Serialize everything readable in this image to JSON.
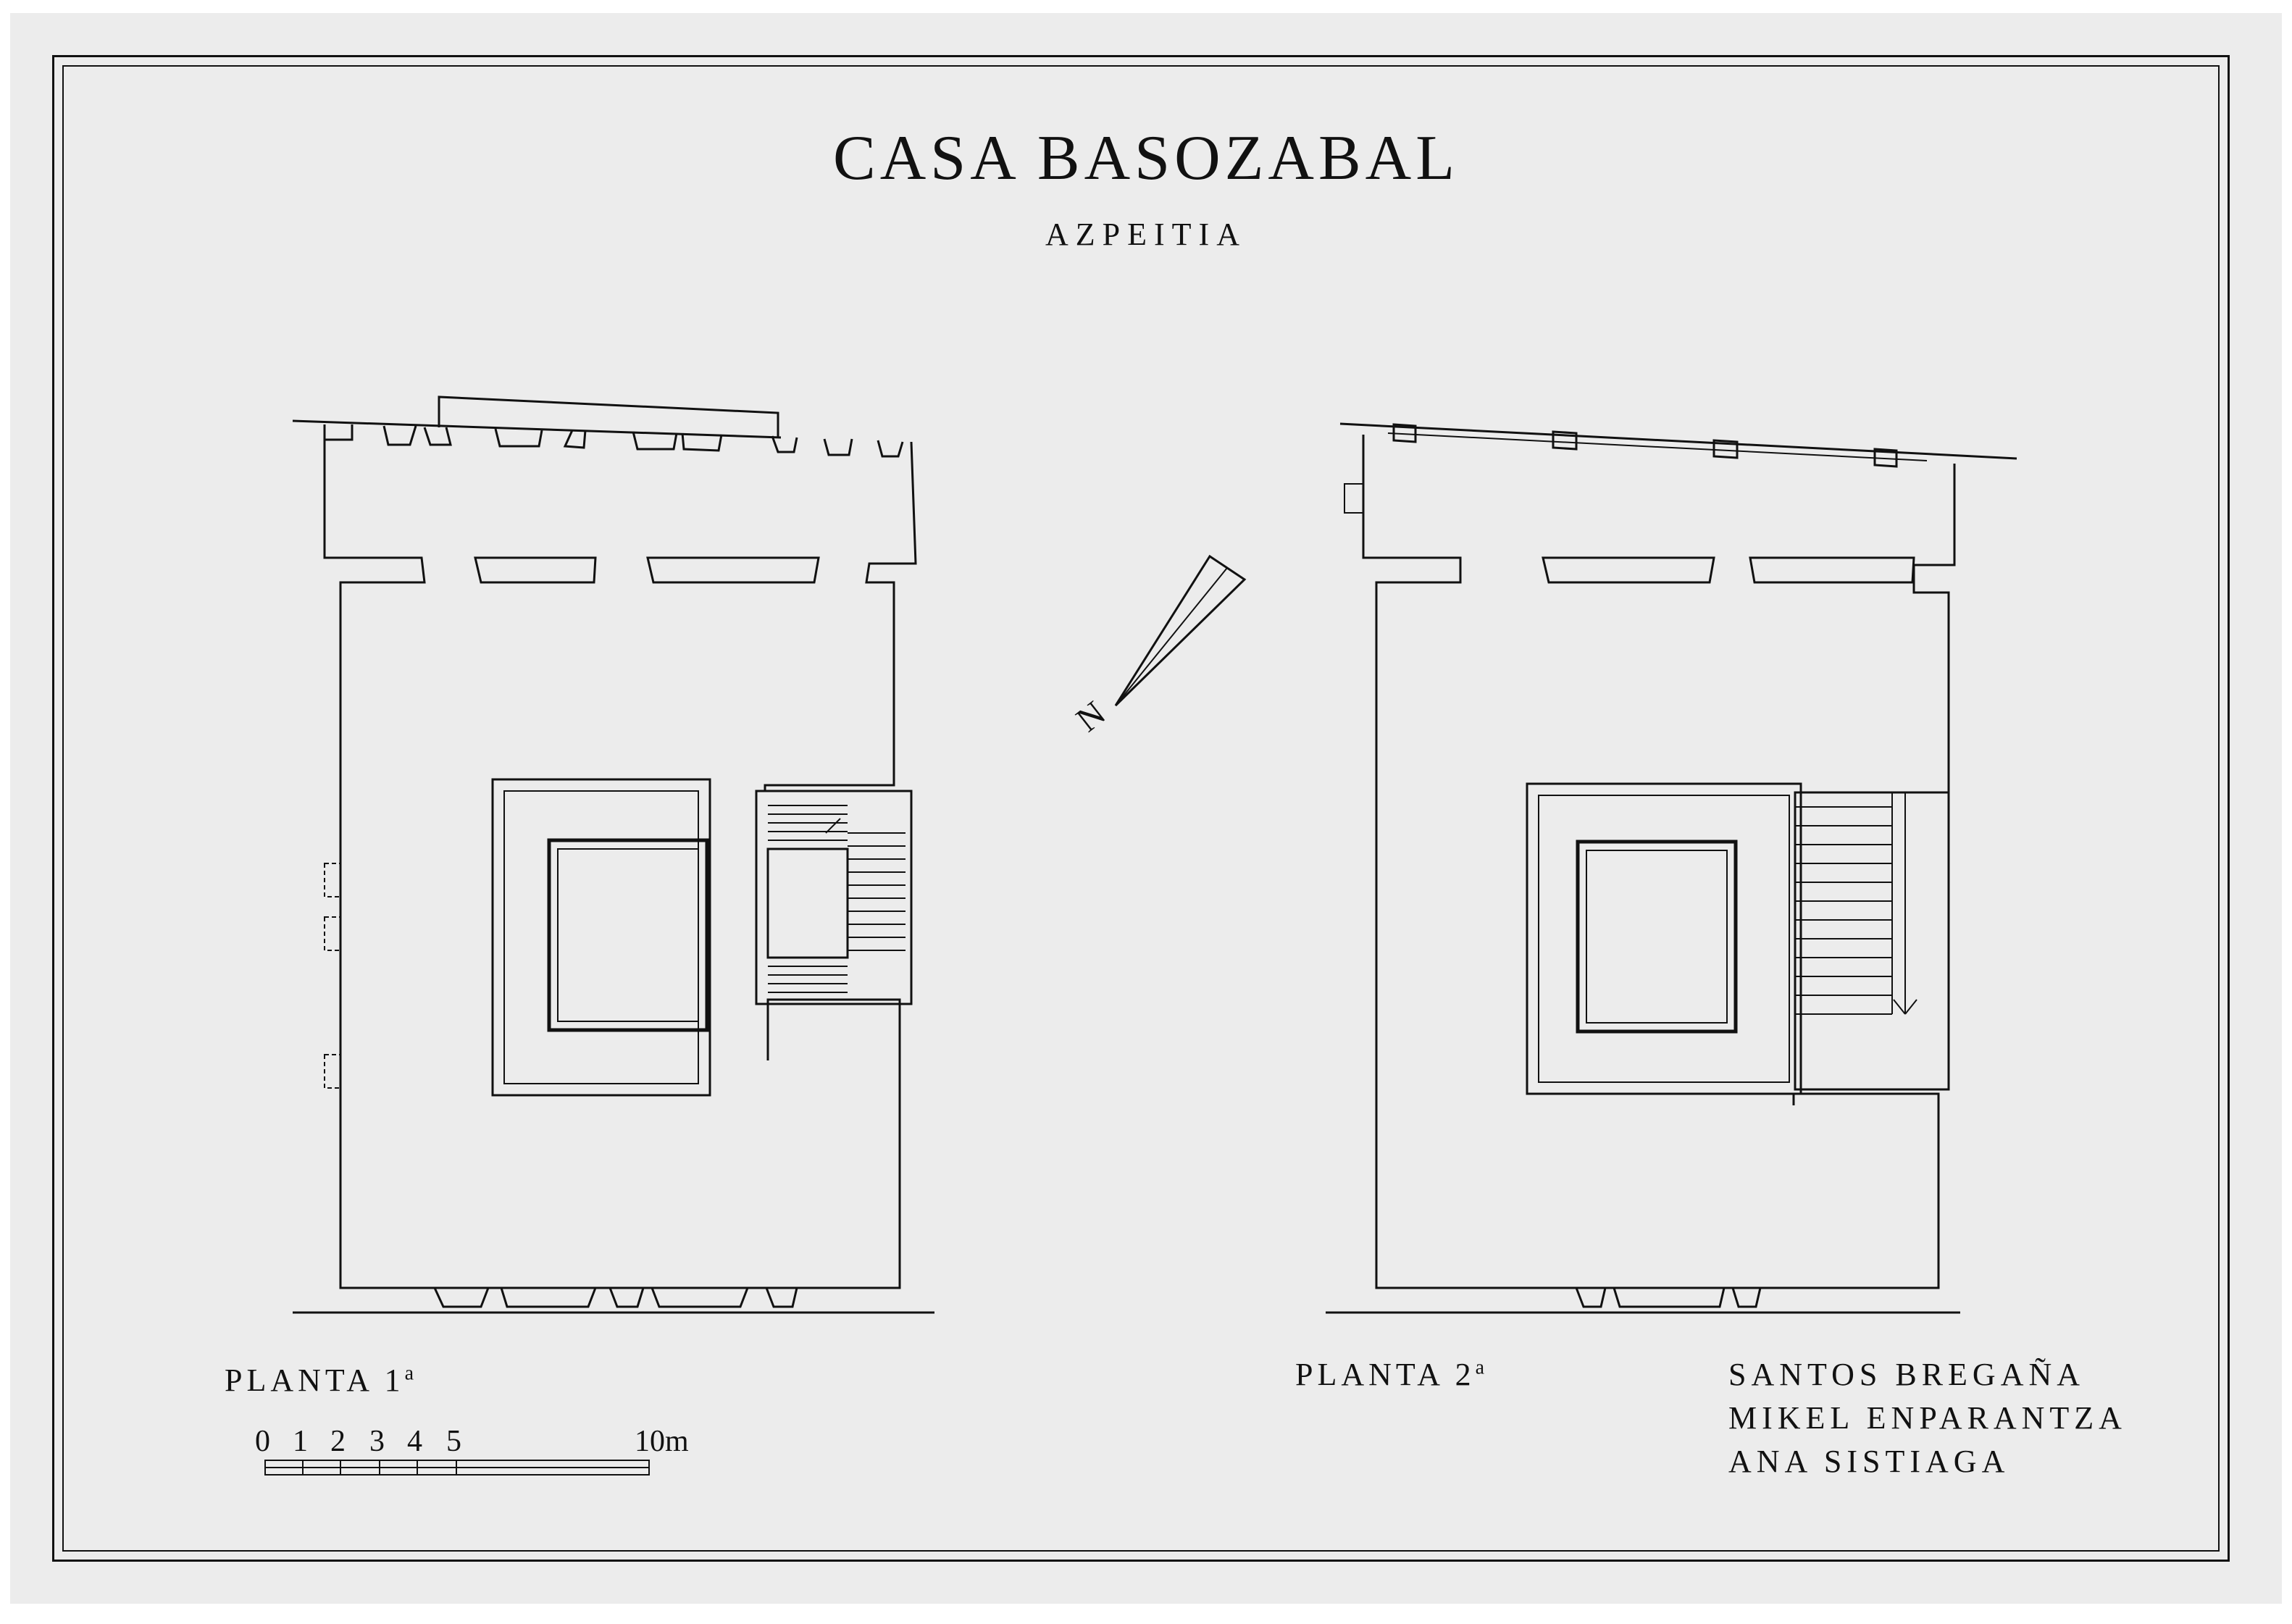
{
  "drawing": {
    "title": "CASA BASOZABAL",
    "subtitle": "AZPEITIA"
  },
  "plans": [
    {
      "label": "PLANTA 1",
      "superscript": "a"
    },
    {
      "label": "PLANTA 2",
      "superscript": "a"
    }
  ],
  "north_arrow": {
    "label": "N"
  },
  "scale_bar": {
    "ticks": [
      "0",
      "1",
      "2",
      "3",
      "4",
      "5"
    ],
    "end_label": "10m"
  },
  "credits": [
    "SANTOS BREGAÑA",
    "MIKEL ENPARANTZA",
    "ANA SISTIAGA"
  ]
}
